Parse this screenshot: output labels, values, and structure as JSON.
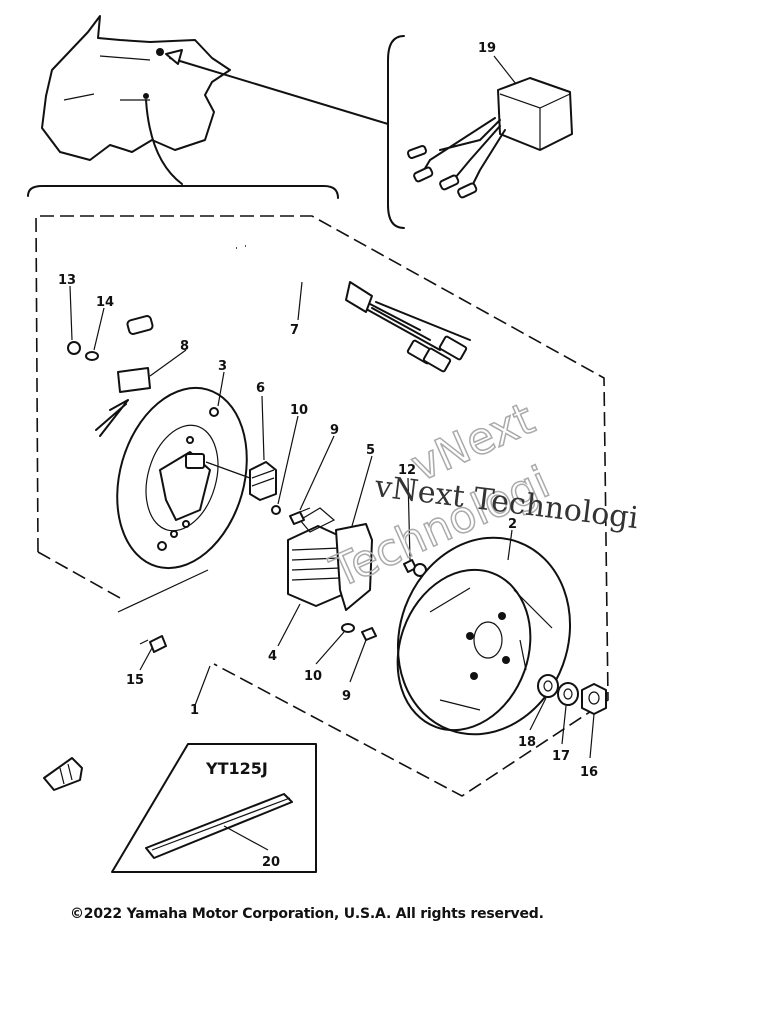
{
  "diagram": {
    "callouts": {
      "c1": "1",
      "c2": "2",
      "c3": "3",
      "c4": "4",
      "c5": "5",
      "c6": "6",
      "c7": "7",
      "c8": "8",
      "c9a": "9",
      "c9b": "9",
      "c10a": "10",
      "c10b": "10",
      "c12": "12",
      "c13": "13",
      "c14": "14",
      "c15": "15",
      "c16": "16",
      "c17": "17",
      "c18": "18",
      "c19": "19",
      "c20": "20"
    },
    "model_label": "YT125J",
    "watermark_line1": "vNext Technologi",
    "watermark_line2a": "vNext",
    "watermark_line2b": "Technologi",
    "copyright": "©2022 Yamaha Motor Corporation, U.S.A. All rights reserved."
  }
}
